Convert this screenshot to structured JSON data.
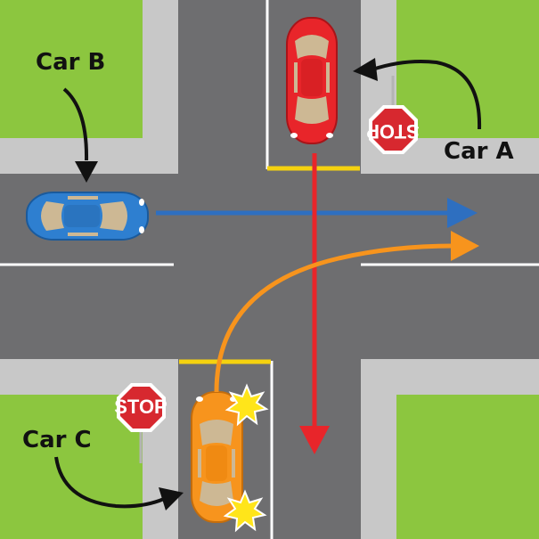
{
  "labels": {
    "car_a": "Car A",
    "car_b": "Car B",
    "car_c": "Car C"
  },
  "signs": {
    "top_right": "STOP",
    "bottom_left": "STOP"
  },
  "colors": {
    "grass": "#8cc63f",
    "sidewalk": "#c8c8c8",
    "road": "#6e6e70",
    "stop_line": "#f5d20f",
    "car_a": "#e8252a",
    "car_b": "#2e7fd0",
    "car_c": "#f7941d",
    "arrow_b": "#2e6fc0",
    "arrow_a": "#e8252a",
    "arrow_c": "#f7941d",
    "stop_sign": "#d7282f",
    "impact": "#ffe51a"
  },
  "icons": {
    "car_a": "red-car-icon",
    "car_b": "blue-car-icon",
    "car_c": "orange-car-icon",
    "impact": "collision-star-icon"
  }
}
